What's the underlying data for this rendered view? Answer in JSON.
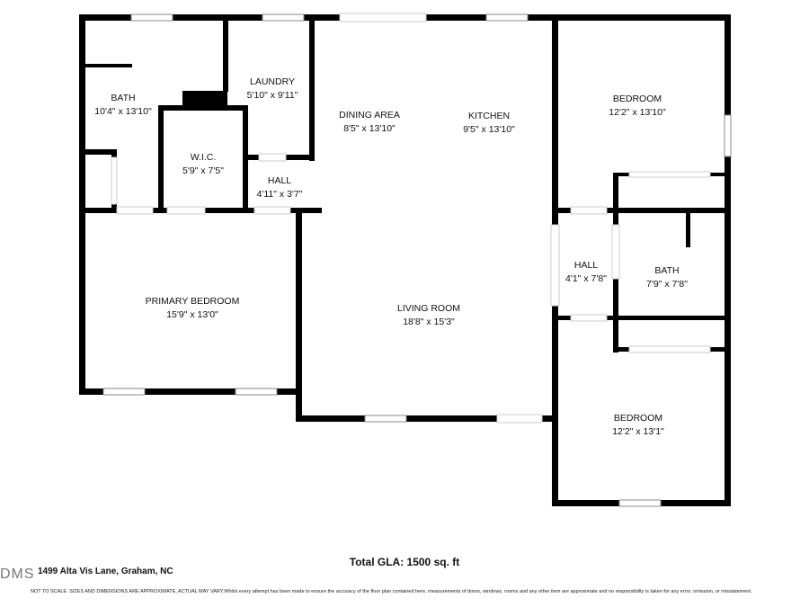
{
  "rooms": [
    {
      "name": "BATH",
      "dims": "10'4\" x 13'10\""
    },
    {
      "name": "LAUNDRY",
      "dims": "5'10\" x 9'11\""
    },
    {
      "name": "W.I.C.",
      "dims": "5'9\" x 7'5\""
    },
    {
      "name": "HALL",
      "dims": "4'11\" x 3'7\""
    },
    {
      "name": "DINING AREA",
      "dims": "8'5\" x 13'10\""
    },
    {
      "name": "KITCHEN",
      "dims": "9'5\" x 13'10\""
    },
    {
      "name": "BEDROOM",
      "dims": "12'2\" x 13'10\""
    },
    {
      "name": "HALL",
      "dims": "4'1\" x 7'8\""
    },
    {
      "name": "BATH",
      "dims": "7'9\" x 7'8\""
    },
    {
      "name": "PRIMARY BEDROOM",
      "dims": "15'9\" x 13'0\""
    },
    {
      "name": "LIVING ROOM",
      "dims": "18'8\" x 15'3\""
    },
    {
      "name": "BEDROOM",
      "dims": "12'2\" x 13'1\""
    }
  ],
  "total_gla": "Total GLA: 1500 sq. ft",
  "address": "1499 Alta Vis Lane, Graham, NC",
  "logo": "DMS",
  "disclaimer": "NOT TO SCALE. SIZES AND DIMENSIONS ARE APPROXIMATE, ACTUAL MAY VARY.Whilst every attempt has been made to ensure the accuracy of the floor plan contained here, measurements of doors, windows, rooms and any other item are approximate and no responsibility is taken for any error, omission, or misstatement."
}
